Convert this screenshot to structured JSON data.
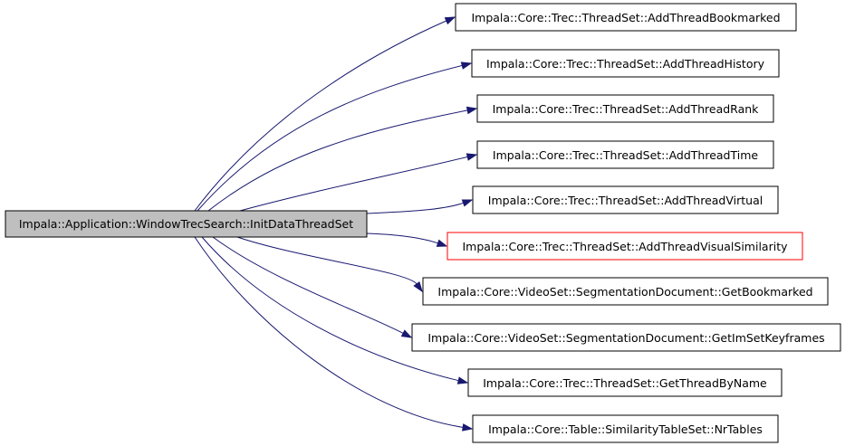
{
  "graph": {
    "source": {
      "label": "Impala::Application::WindowTrecSearch::InitDataThreadSet",
      "fill": "#bfbfbf",
      "border": "#000000"
    },
    "targets": [
      {
        "label": "Impala::Core::Trec::ThreadSet::AddThreadBookmarked",
        "border": "#000000"
      },
      {
        "label": "Impala::Core::Trec::ThreadSet::AddThreadHistory",
        "border": "#000000"
      },
      {
        "label": "Impala::Core::Trec::ThreadSet::AddThreadRank",
        "border": "#000000"
      },
      {
        "label": "Impala::Core::Trec::ThreadSet::AddThreadTime",
        "border": "#000000"
      },
      {
        "label": "Impala::Core::Trec::ThreadSet::AddThreadVirtual",
        "border": "#000000"
      },
      {
        "label": "Impala::Core::Trec::ThreadSet::AddThreadVisualSimilarity",
        "border": "#ff0000"
      },
      {
        "label": "Impala::Core::VideoSet::SegmentationDocument::GetBookmarked",
        "border": "#000000"
      },
      {
        "label": "Impala::Core::VideoSet::SegmentationDocument::GetImSetKeyframes",
        "border": "#000000"
      },
      {
        "label": "Impala::Core::Trec::ThreadSet::GetThreadByName",
        "border": "#000000"
      },
      {
        "label": "Impala::Core::Table::SimilarityTableSet::NrTables",
        "border": "#000000"
      }
    ],
    "edge_color": "#191970"
  }
}
